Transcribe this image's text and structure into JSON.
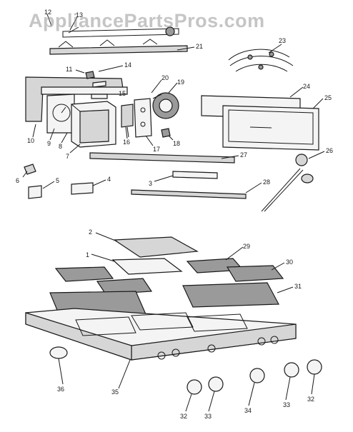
{
  "watermark": "AppliancePartsPros.com",
  "callouts": [
    {
      "id": "c12",
      "label": "12"
    },
    {
      "id": "c13",
      "label": "13"
    },
    {
      "id": "c21",
      "label": "21"
    },
    {
      "id": "c23",
      "label": "23"
    },
    {
      "id": "c11",
      "label": "11"
    },
    {
      "id": "c14",
      "label": "14"
    },
    {
      "id": "c20",
      "label": "20"
    },
    {
      "id": "c19",
      "label": "19"
    },
    {
      "id": "c24",
      "label": "24"
    },
    {
      "id": "c25",
      "label": "25"
    },
    {
      "id": "c15",
      "label": "15"
    },
    {
      "id": "c10",
      "label": "10"
    },
    {
      "id": "c9",
      "label": "9"
    },
    {
      "id": "c8",
      "label": "8"
    },
    {
      "id": "c7",
      "label": "7"
    },
    {
      "id": "c16",
      "label": "16"
    },
    {
      "id": "c17",
      "label": "17"
    },
    {
      "id": "c18",
      "label": "18"
    },
    {
      "id": "c27",
      "label": "27"
    },
    {
      "id": "c26",
      "label": "26"
    },
    {
      "id": "c6",
      "label": "6"
    },
    {
      "id": "c5",
      "label": "5"
    },
    {
      "id": "c4",
      "label": "4"
    },
    {
      "id": "c3",
      "label": "3"
    },
    {
      "id": "c28",
      "label": "28"
    },
    {
      "id": "c2",
      "label": "2"
    },
    {
      "id": "c29",
      "label": "29"
    },
    {
      "id": "c1",
      "label": "1"
    },
    {
      "id": "c30",
      "label": "30"
    },
    {
      "id": "c31",
      "label": "31"
    },
    {
      "id": "c36",
      "label": "36"
    },
    {
      "id": "c35",
      "label": "35"
    },
    {
      "id": "c32a",
      "label": "32"
    },
    {
      "id": "c33a",
      "label": "33"
    },
    {
      "id": "c34",
      "label": "34"
    },
    {
      "id": "c33b",
      "label": "33"
    },
    {
      "id": "c32b",
      "label": "32"
    }
  ]
}
